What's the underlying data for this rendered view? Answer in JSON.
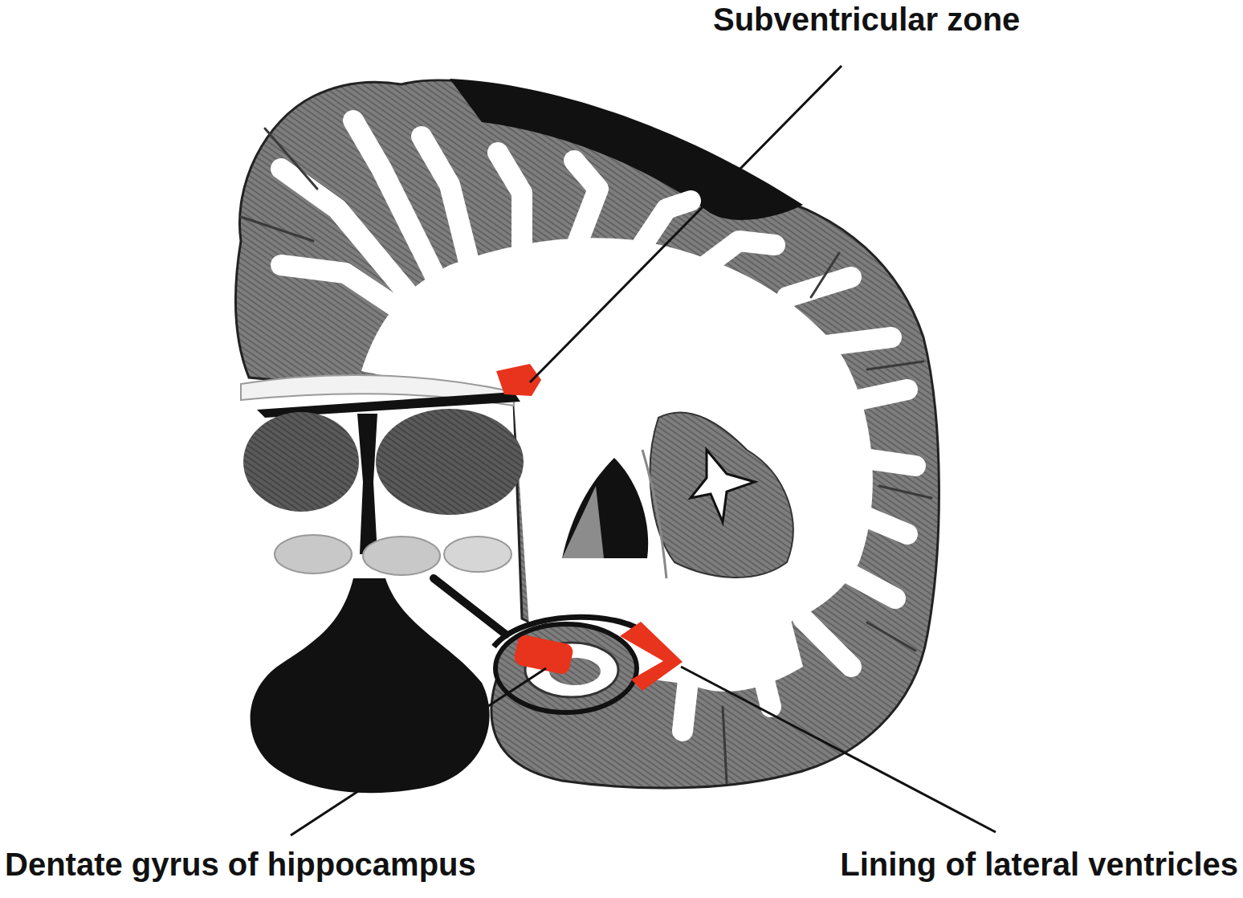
{
  "diagram": {
    "labels": [
      "Subventricular zone",
      "Dentate gyrus of hippocampus",
      "Lining of lateral ventricles"
    ]
  }
}
